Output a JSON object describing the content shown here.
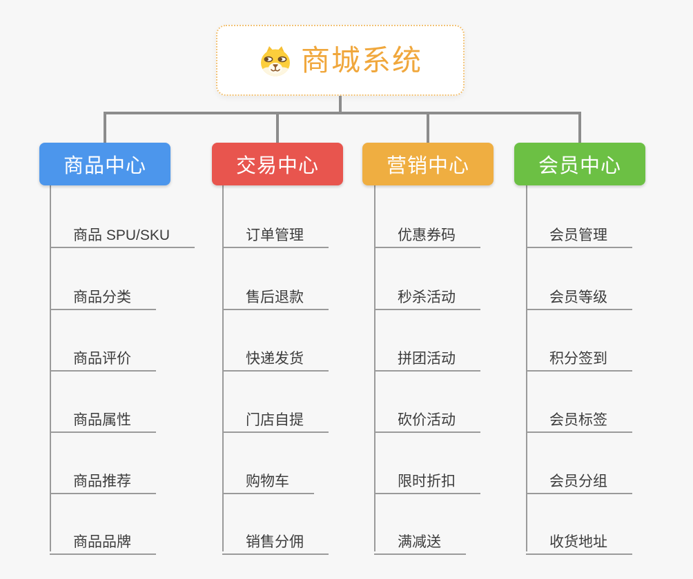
{
  "root": {
    "title": "商城系统",
    "icon": "shiba-dog-icon"
  },
  "colors": {
    "background": "#F7F7F7",
    "tree_connector": "#8C8C8C",
    "leaf_connector": "#9A9A9A",
    "leaf_text": "#3C3C3C",
    "root_title": "#F0A73C",
    "root_border": "#F2C173",
    "branch_text": "#FFFFFF"
  },
  "branches": [
    {
      "id": "product-center",
      "label": "商品中心",
      "color": "#4C96EC",
      "items": [
        "商品 SPU/SKU",
        "商品分类",
        "商品评价",
        "商品属性",
        "商品推荐",
        "商品品牌"
      ]
    },
    {
      "id": "trade-center",
      "label": "交易中心",
      "color": "#E8554E",
      "items": [
        "订单管理",
        "售后退款",
        "快递发货",
        "门店自提",
        "购物车",
        "销售分佣"
      ]
    },
    {
      "id": "marketing-center",
      "label": "营销中心",
      "color": "#EFAE41",
      "items": [
        "优惠券码",
        "秒杀活动",
        "拼团活动",
        "砍价活动",
        "限时折扣",
        "满减送"
      ]
    },
    {
      "id": "member-center",
      "label": "会员中心",
      "color": "#6CC044",
      "items": [
        "会员管理",
        "会员等级",
        "积分签到",
        "会员标签",
        "会员分组",
        "收货地址"
      ]
    }
  ]
}
